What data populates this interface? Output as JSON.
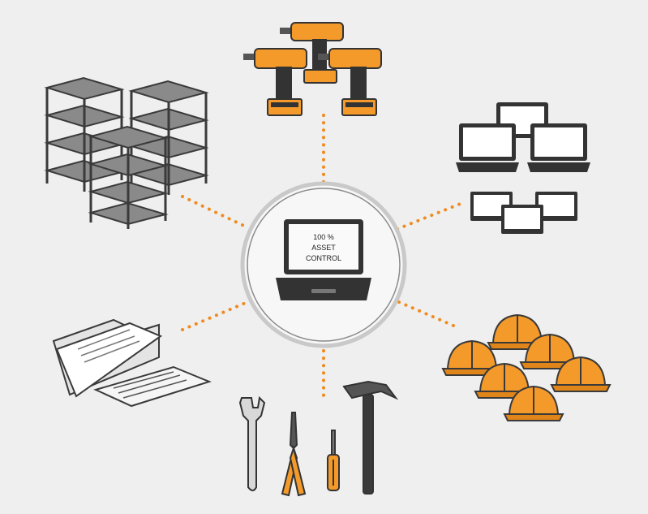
{
  "center": {
    "label_line1": "100 %",
    "label_line2": "ASSET",
    "label_line3": "CONTROL"
  },
  "nodes": [
    {
      "name": "shelving-racks",
      "icon": "shelving-rack-icon"
    },
    {
      "name": "power-drills",
      "icon": "power-drill-icon"
    },
    {
      "name": "laptops-and-monitors",
      "icon": "laptop-icon"
    },
    {
      "name": "hard-hats",
      "icon": "hard-hat-icon"
    },
    {
      "name": "hand-tools",
      "icon": "hand-tools-icon"
    },
    {
      "name": "documents",
      "icon": "folder-document-icon"
    }
  ],
  "colors": {
    "background": "#efefef",
    "accent_orange": "#f39a2a",
    "connector_dots": "#f08a1e",
    "ring": "#c9c9c9",
    "icon_dark": "#3a3a3a",
    "icon_mid": "#707070"
  }
}
